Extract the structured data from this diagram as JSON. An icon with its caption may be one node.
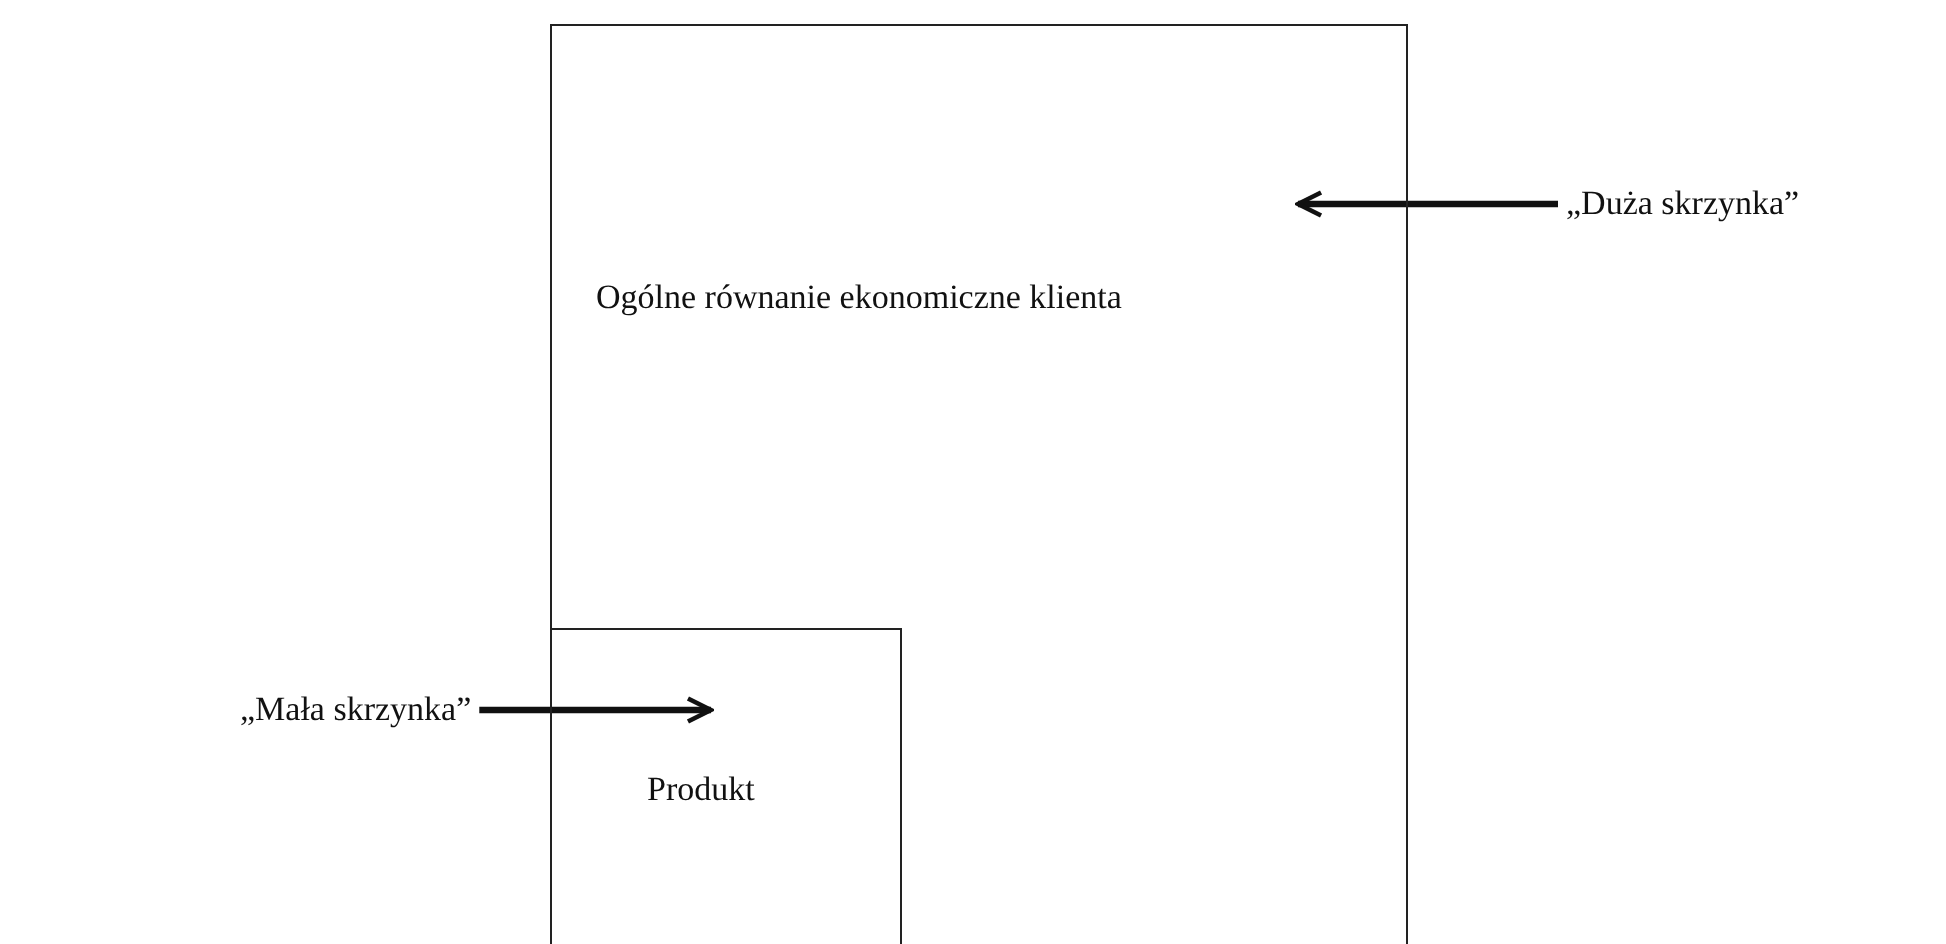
{
  "diagram": {
    "nodes": [
      {
        "text": [
          "Ogólne równanie ekonomiczne klienta"
        ]
      },
      {
        "text": [
          "Produkt"
        ],
        "in": 0
      },
      {
        "text": [
          "„Duża skrzynka”"
        ]
      },
      {
        "text": [
          "„Mała skrzynka”"
        ]
      }
    ],
    "edges": [
      {
        "from": 2,
        "to": 0,
        "arrow": "to"
      },
      {
        "from": 3,
        "to": 1,
        "arrow": "to"
      }
    ]
  }
}
